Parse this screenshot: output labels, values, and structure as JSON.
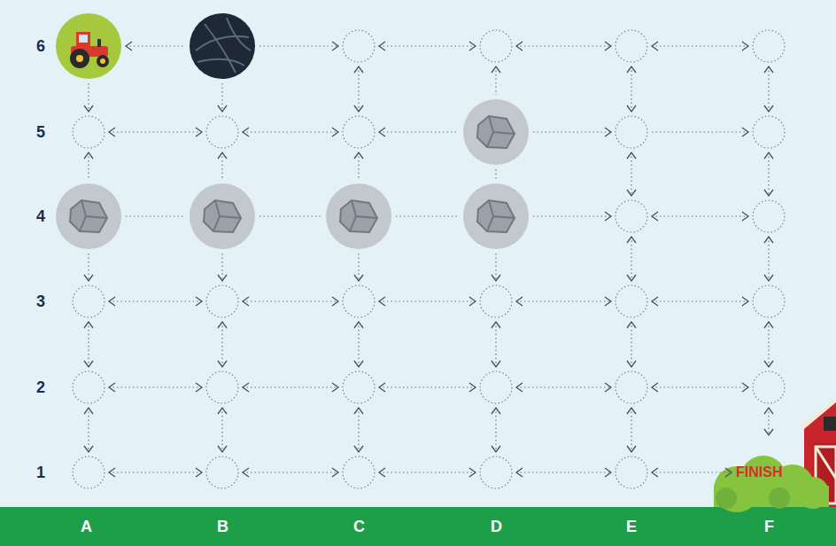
{
  "diagram": {
    "nodes": [
      {
        "text": [
          "FINISH"
        ]
      }
    ],
    "labels": [
      "6",
      "5",
      "4",
      "3",
      "2",
      "1",
      "A",
      "B",
      "C",
      "D",
      "E",
      "F"
    ]
  }
}
